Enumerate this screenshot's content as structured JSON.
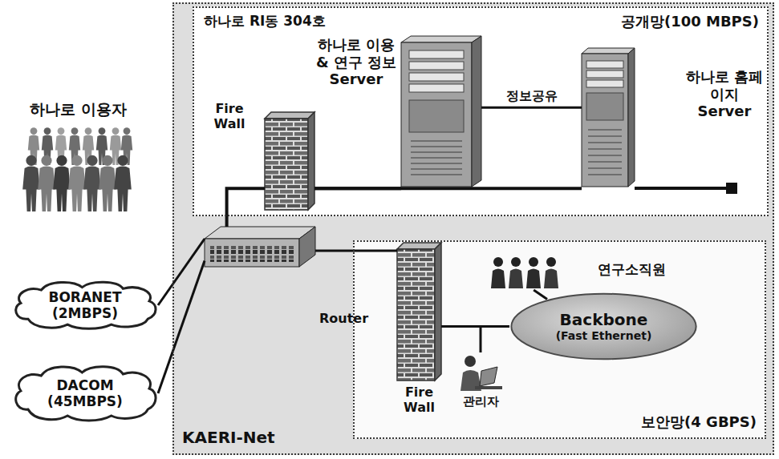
{
  "diagram": {
    "nodes": [
      {
        "text": [
          "KAERI-Net"
        ]
      },
      {
        "text": [
          "하나로 RI동 304호",
          "공개망(100 MBPS)"
        ],
        "in": 0
      },
      {
        "text": [
          "Fire Wall"
        ],
        "in": 1
      },
      {
        "text": [
          "하나로 이용 & 연구 정보 Server"
        ],
        "in": 1
      },
      {
        "text": [
          "하나로 홈페이지 Server"
        ],
        "in": 1
      },
      {
        "text": [
          "보안망(4 GBPS)"
        ],
        "in": 0
      },
      {
        "text": [
          "Fire Wall"
        ],
        "in": 5
      },
      {
        "text": [
          "연구소직원"
        ],
        "in": 5
      },
      {
        "text": [
          "Backbone",
          "(Fast Ethernet)"
        ],
        "in": 5
      },
      {
        "text": [
          "관리자"
        ],
        "in": 5
      },
      {
        "text": [
          "Router"
        ],
        "in": 0
      },
      {
        "text": [
          "하나로 이용자"
        ]
      },
      {
        "text": [
          "BORANET (2MBPS)"
        ]
      },
      {
        "text": [
          "DACOM (45MBPS)"
        ]
      }
    ],
    "edges": [
      {
        "from": 10,
        "to": 2,
        "arrow": "none"
      },
      {
        "from": 2,
        "to": 3,
        "arrow": "none"
      },
      {
        "from": 2,
        "to": 4,
        "arrow": "none"
      },
      {
        "from": 3,
        "to": 4,
        "label": "정보공유",
        "arrow": "none"
      },
      {
        "from": 12,
        "to": 10,
        "arrow": "none"
      },
      {
        "from": 13,
        "to": 10,
        "arrow": "none"
      },
      {
        "from": 10,
        "to": 6,
        "arrow": "none"
      },
      {
        "from": 6,
        "to": 8,
        "arrow": "none"
      },
      {
        "from": 7,
        "to": 8,
        "arrow": "none"
      },
      {
        "from": 9,
        "to": 8,
        "arrow": "none"
      }
    ]
  }
}
